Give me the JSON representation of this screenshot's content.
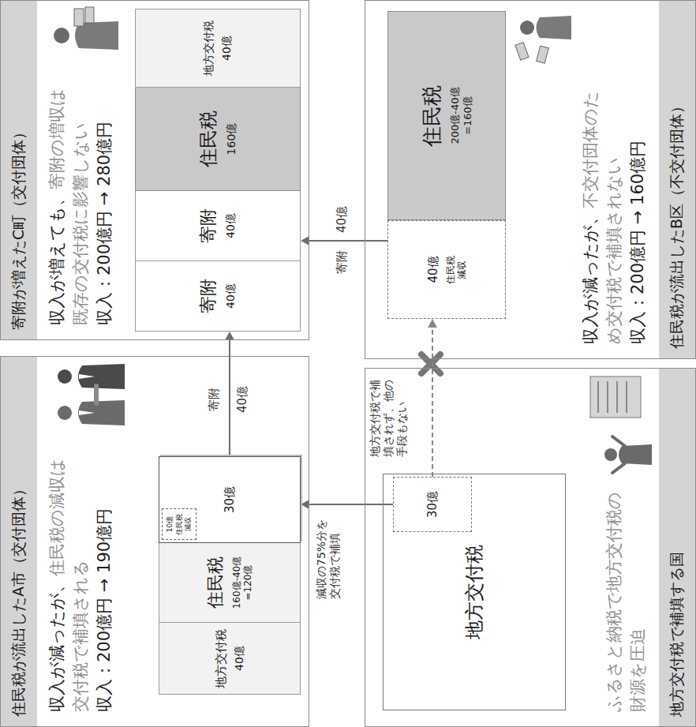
{
  "diagram": {
    "nodes": [
      {
        "text": [
          "住民税が流出したA市（交付団体）",
          "収入が減ったが、",
          "住民税の減収は交付税で補填される",
          "収入：200億円 → 190億円"
        ]
      },
      {
        "text": [
          "地方交付税",
          "40億"
        ],
        "in": 0
      },
      {
        "text": [
          "住民税",
          "160億-40億 =120億"
        ],
        "in": 0
      },
      {
        "text": [
          "30億"
        ],
        "in": 0
      },
      {
        "text": [
          "10億",
          "住民税 減収"
        ],
        "in": 3
      },
      {
        "text": [
          "寄附が増えたC町（交付団体）",
          "収入が増えても、",
          "寄附の増収は既存の交付税に影響しない",
          "収入：200億円 → 280億円"
        ]
      },
      {
        "text": [
          "寄附",
          "40億"
        ],
        "in": 5
      },
      {
        "text": [
          "寄附",
          "40億"
        ],
        "in": 5
      },
      {
        "text": [
          "住民税",
          "160億"
        ],
        "in": 5
      },
      {
        "text": [
          "地方交付税",
          "40億"
        ],
        "in": 5
      },
      {
        "text": [
          "地方交付税で補填する国",
          "ふるさと納税で地方交付税の財源を圧迫"
        ]
      },
      {
        "text": [
          "地方交付税"
        ],
        "in": 10
      },
      {
        "text": [
          "30億"
        ],
        "in": 11
      },
      {
        "text": [
          "住民税が流出したB区（不交付団体）",
          "収入が減ったが、",
          "不交付団体のため交付税で補填されない",
          "収入：200億円 → 160億円"
        ]
      },
      {
        "text": [
          "住民税",
          "200億-40億 =160億"
        ],
        "in": 13
      },
      {
        "text": [
          "40億",
          "住民税 減収"
        ],
        "in": 13
      }
    ],
    "edges": [
      {
        "from": 3,
        "to": 6,
        "arrow": "to",
        "label": "寄附"
      },
      {
        "from": 15,
        "to": 7,
        "arrow": "to",
        "label": "寄附"
      },
      {
        "from": 12,
        "to": 3,
        "arrow": "to",
        "label": "減収の75%分を交付税で補填"
      },
      {
        "from": 12,
        "to": 15,
        "arrow": "to",
        "label": "地方交付税で補填されず、他の手段もない"
      }
    ],
    "labels": [
      "40億",
      "40億"
    ]
  }
}
